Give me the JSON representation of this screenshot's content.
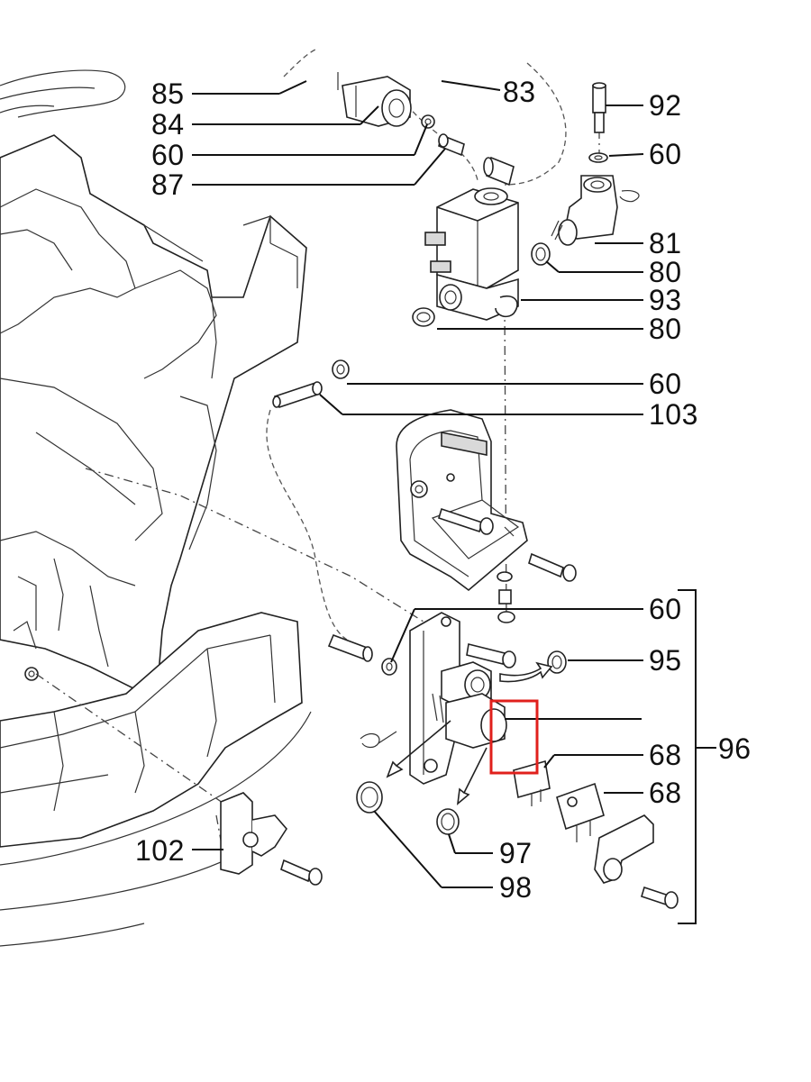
{
  "callouts": {
    "c85": "85",
    "c84": "84",
    "c60a": "60",
    "c87": "87",
    "c83": "83",
    "c92": "92",
    "c60b": "60",
    "c81": "81",
    "c80a": "80",
    "c93": "93",
    "c80b": "80",
    "c60c": "60",
    "c103": "103",
    "c60d": "60",
    "c95": "95",
    "c68a": "68",
    "c96": "96",
    "c68b": "68",
    "c102": "102",
    "c97": "97",
    "c98": "98"
  },
  "highlight": {
    "color": "#e0201c"
  }
}
